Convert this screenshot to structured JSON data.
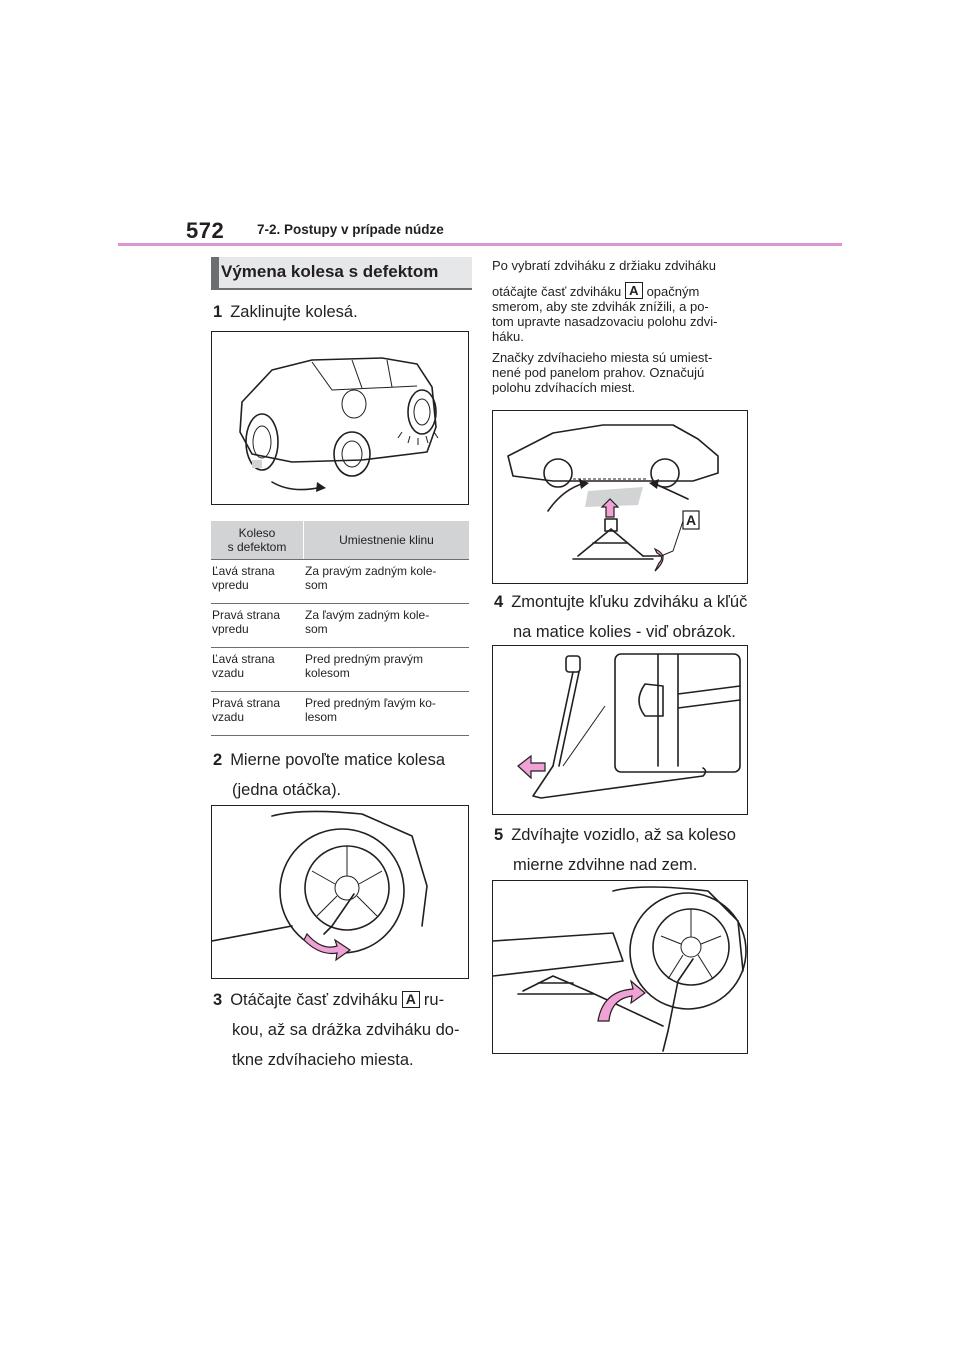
{
  "header": {
    "page_number": "572",
    "chapter": "7-2. Postupy v prípade núdze"
  },
  "section": {
    "title": "Výmena kolesa s defektom"
  },
  "steps": [
    {
      "num": "1",
      "text": "Zaklinujte kolesá."
    },
    {
      "num": "2",
      "text_line1": "Mierne povoľte matice kolesa",
      "text_line2": "(jedna otáčka)."
    },
    {
      "num": "3",
      "text_a": "Otáčajte časť zdviháku",
      "badge": "A",
      "text_b": "ru-",
      "text_line2": "kou, až sa drážka zdviháku do-",
      "text_line3": "tkne zdvíhacieho miesta."
    },
    {
      "num": "4",
      "text_line1": "Zmontujte kľuku zdviháku a kľúč",
      "text_line2": "na matice kolies - viď obrázok."
    },
    {
      "num": "5",
      "text_line1": "Zdvíhajte vozidlo, až sa koleso",
      "text_line2": "mierne zdvihne nad zem."
    }
  ],
  "table": {
    "headers": [
      "Koleso\ns defektom",
      "Umiestnenie klinu"
    ],
    "rows": [
      [
        "Ľavá strana\nvpredu",
        "Za pravým zadným kole-\nsom"
      ],
      [
        "Pravá strana\nvpredu",
        "Za ľavým zadným kole-\nsom"
      ],
      [
        "Ľavá strana\nvzadu",
        "Pred predným pravým\nkolesom"
      ],
      [
        "Pravá strana\nvzadu",
        "Pred predným ľavým ko-\nlesom"
      ]
    ]
  },
  "notes": {
    "p1_line1": "Po vybratí zdviháku z držiaku zdviháku",
    "p1_line2a": "otáčajte časť zdviháku",
    "p1_badge": "A",
    "p1_line2b": "opačným",
    "p1_line3": "smerom, aby ste zdvihák znížili, a po-",
    "p1_line4": "tom upravte nasadzovaciu polohu zdvi-",
    "p1_line5": "háku.",
    "p2_line1": "Značky zdvíhacieho miesta sú umiest-",
    "p2_line2": "nené pod panelom prahov. Označujú",
    "p2_line3": "polohu zdvíhacích miest."
  },
  "figure_labels": {
    "jack_part": "A"
  },
  "colors": {
    "accent": "#d996d3",
    "arrow_pink": "#f0a1d6",
    "table_header": "#d1d3d4",
    "section_bar": "#e6e7e8"
  },
  "icons": [
    "rotate-arrow-icon",
    "up-arrow-icon",
    "curved-arrow-icon"
  ]
}
